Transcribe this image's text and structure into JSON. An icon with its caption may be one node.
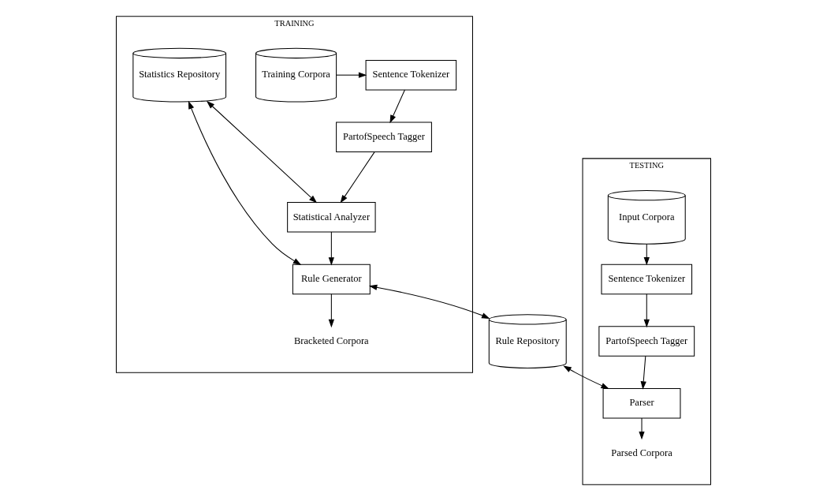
{
  "diagram": {
    "nodes": [
      {
        "text": [
          "TRAINING"
        ]
      },
      {
        "text": [
          "Training Corpora"
        ],
        "in": 0
      },
      {
        "text": [
          "Sentence Tokenizer"
        ],
        "in": 0
      },
      {
        "text": [
          "PartofSpeech Tagger"
        ],
        "in": 0
      },
      {
        "text": [
          "Statistics Repository"
        ],
        "in": 0
      },
      {
        "text": [
          "Statistical Analyzer"
        ],
        "in": 0
      },
      {
        "text": [
          "Rule Generator"
        ],
        "in": 0
      },
      {
        "text": [
          "Bracketed Corpora"
        ],
        "in": 0
      },
      {
        "text": [
          "Rule Repository"
        ]
      },
      {
        "text": [
          "TESTING"
        ]
      },
      {
        "text": [
          "Input Corpora"
        ],
        "in": 9
      },
      {
        "text": [
          "Sentence Tokenizer"
        ],
        "in": 9
      },
      {
        "text": [
          "PartofSpeech Tagger"
        ],
        "in": 9
      },
      {
        "text": [
          "Parser"
        ],
        "in": 9
      },
      {
        "text": [
          "Parsed Corpora"
        ],
        "in": 9
      }
    ],
    "edges": [
      {
        "from": 1,
        "to": 2,
        "arrow": "to"
      },
      {
        "from": 2,
        "to": 3,
        "arrow": "to"
      },
      {
        "from": 3,
        "to": 5,
        "arrow": "to"
      },
      {
        "from": 5,
        "to": 4,
        "arrow": "both"
      },
      {
        "from": 6,
        "to": 4,
        "arrow": "both"
      },
      {
        "from": 5,
        "to": 6,
        "arrow": "to"
      },
      {
        "from": 6,
        "to": 7,
        "arrow": "to"
      },
      {
        "from": 6,
        "to": 8,
        "arrow": "both"
      },
      {
        "from": 10,
        "to": 11,
        "arrow": "to"
      },
      {
        "from": 11,
        "to": 12,
        "arrow": "to"
      },
      {
        "from": 12,
        "to": 13,
        "arrow": "to"
      },
      {
        "from": 8,
        "to": 13,
        "arrow": "both"
      },
      {
        "from": 13,
        "to": 14,
        "arrow": "to"
      }
    ]
  }
}
